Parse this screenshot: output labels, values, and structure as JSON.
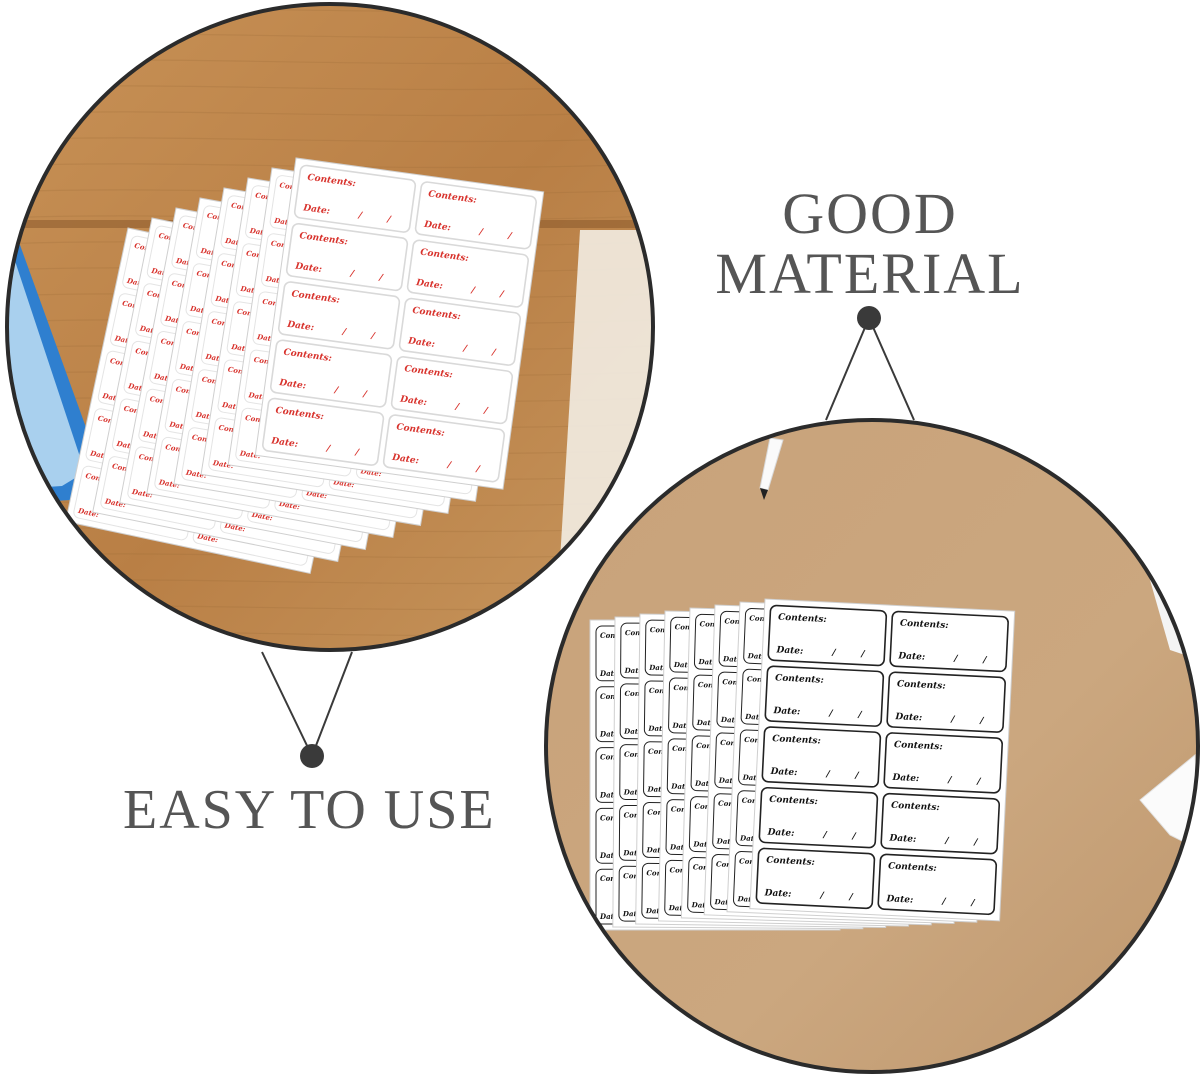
{
  "captions": {
    "top_right_line1": "GOOD",
    "top_right_line2": "MATERIAL",
    "bottom_left": "EASY TO USE"
  },
  "label_sheet": {
    "field_contents": "Contents:",
    "field_date": "Date:",
    "date_separator": "/"
  },
  "photos": [
    {
      "name": "red-labels-on-wood-desk",
      "label_text_color": "#d8322c",
      "surface": "#c58e52"
    },
    {
      "name": "black-labels-on-tan-desk",
      "label_text_color": "#111111",
      "surface": "#c9a37b"
    }
  ],
  "icons": [
    "pen-icon",
    "pointer-dot-icon"
  ],
  "colors": {
    "caption": "#555555",
    "circle_border": "#2b2b2b",
    "pointer": "#3a3a3a"
  }
}
